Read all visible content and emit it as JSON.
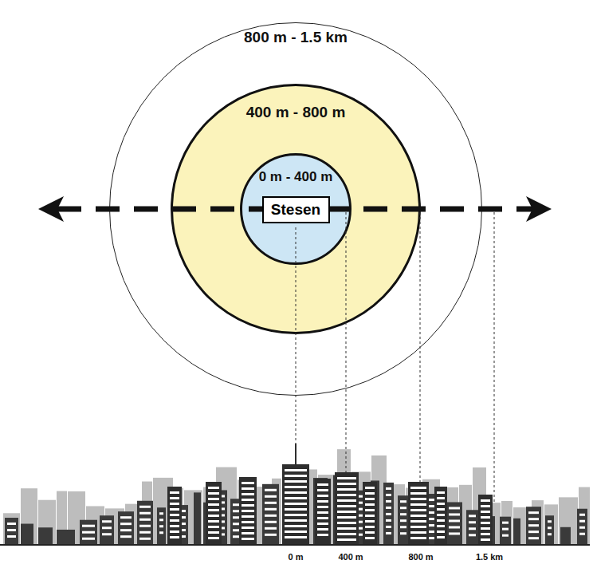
{
  "diagram": {
    "nodes": [
      {
        "text": [
          "800 m - 1.5 km"
        ]
      },
      {
        "text": [
          "400 m - 800 m"
        ],
        "in": 0
      },
      {
        "text": [
          "0 m - 400 m"
        ],
        "in": 1
      },
      {
        "text": [
          "Stesen"
        ],
        "in": 2
      }
    ],
    "labels": [
      "0 m",
      "400 m",
      "800 m",
      "1.5 km"
    ]
  }
}
